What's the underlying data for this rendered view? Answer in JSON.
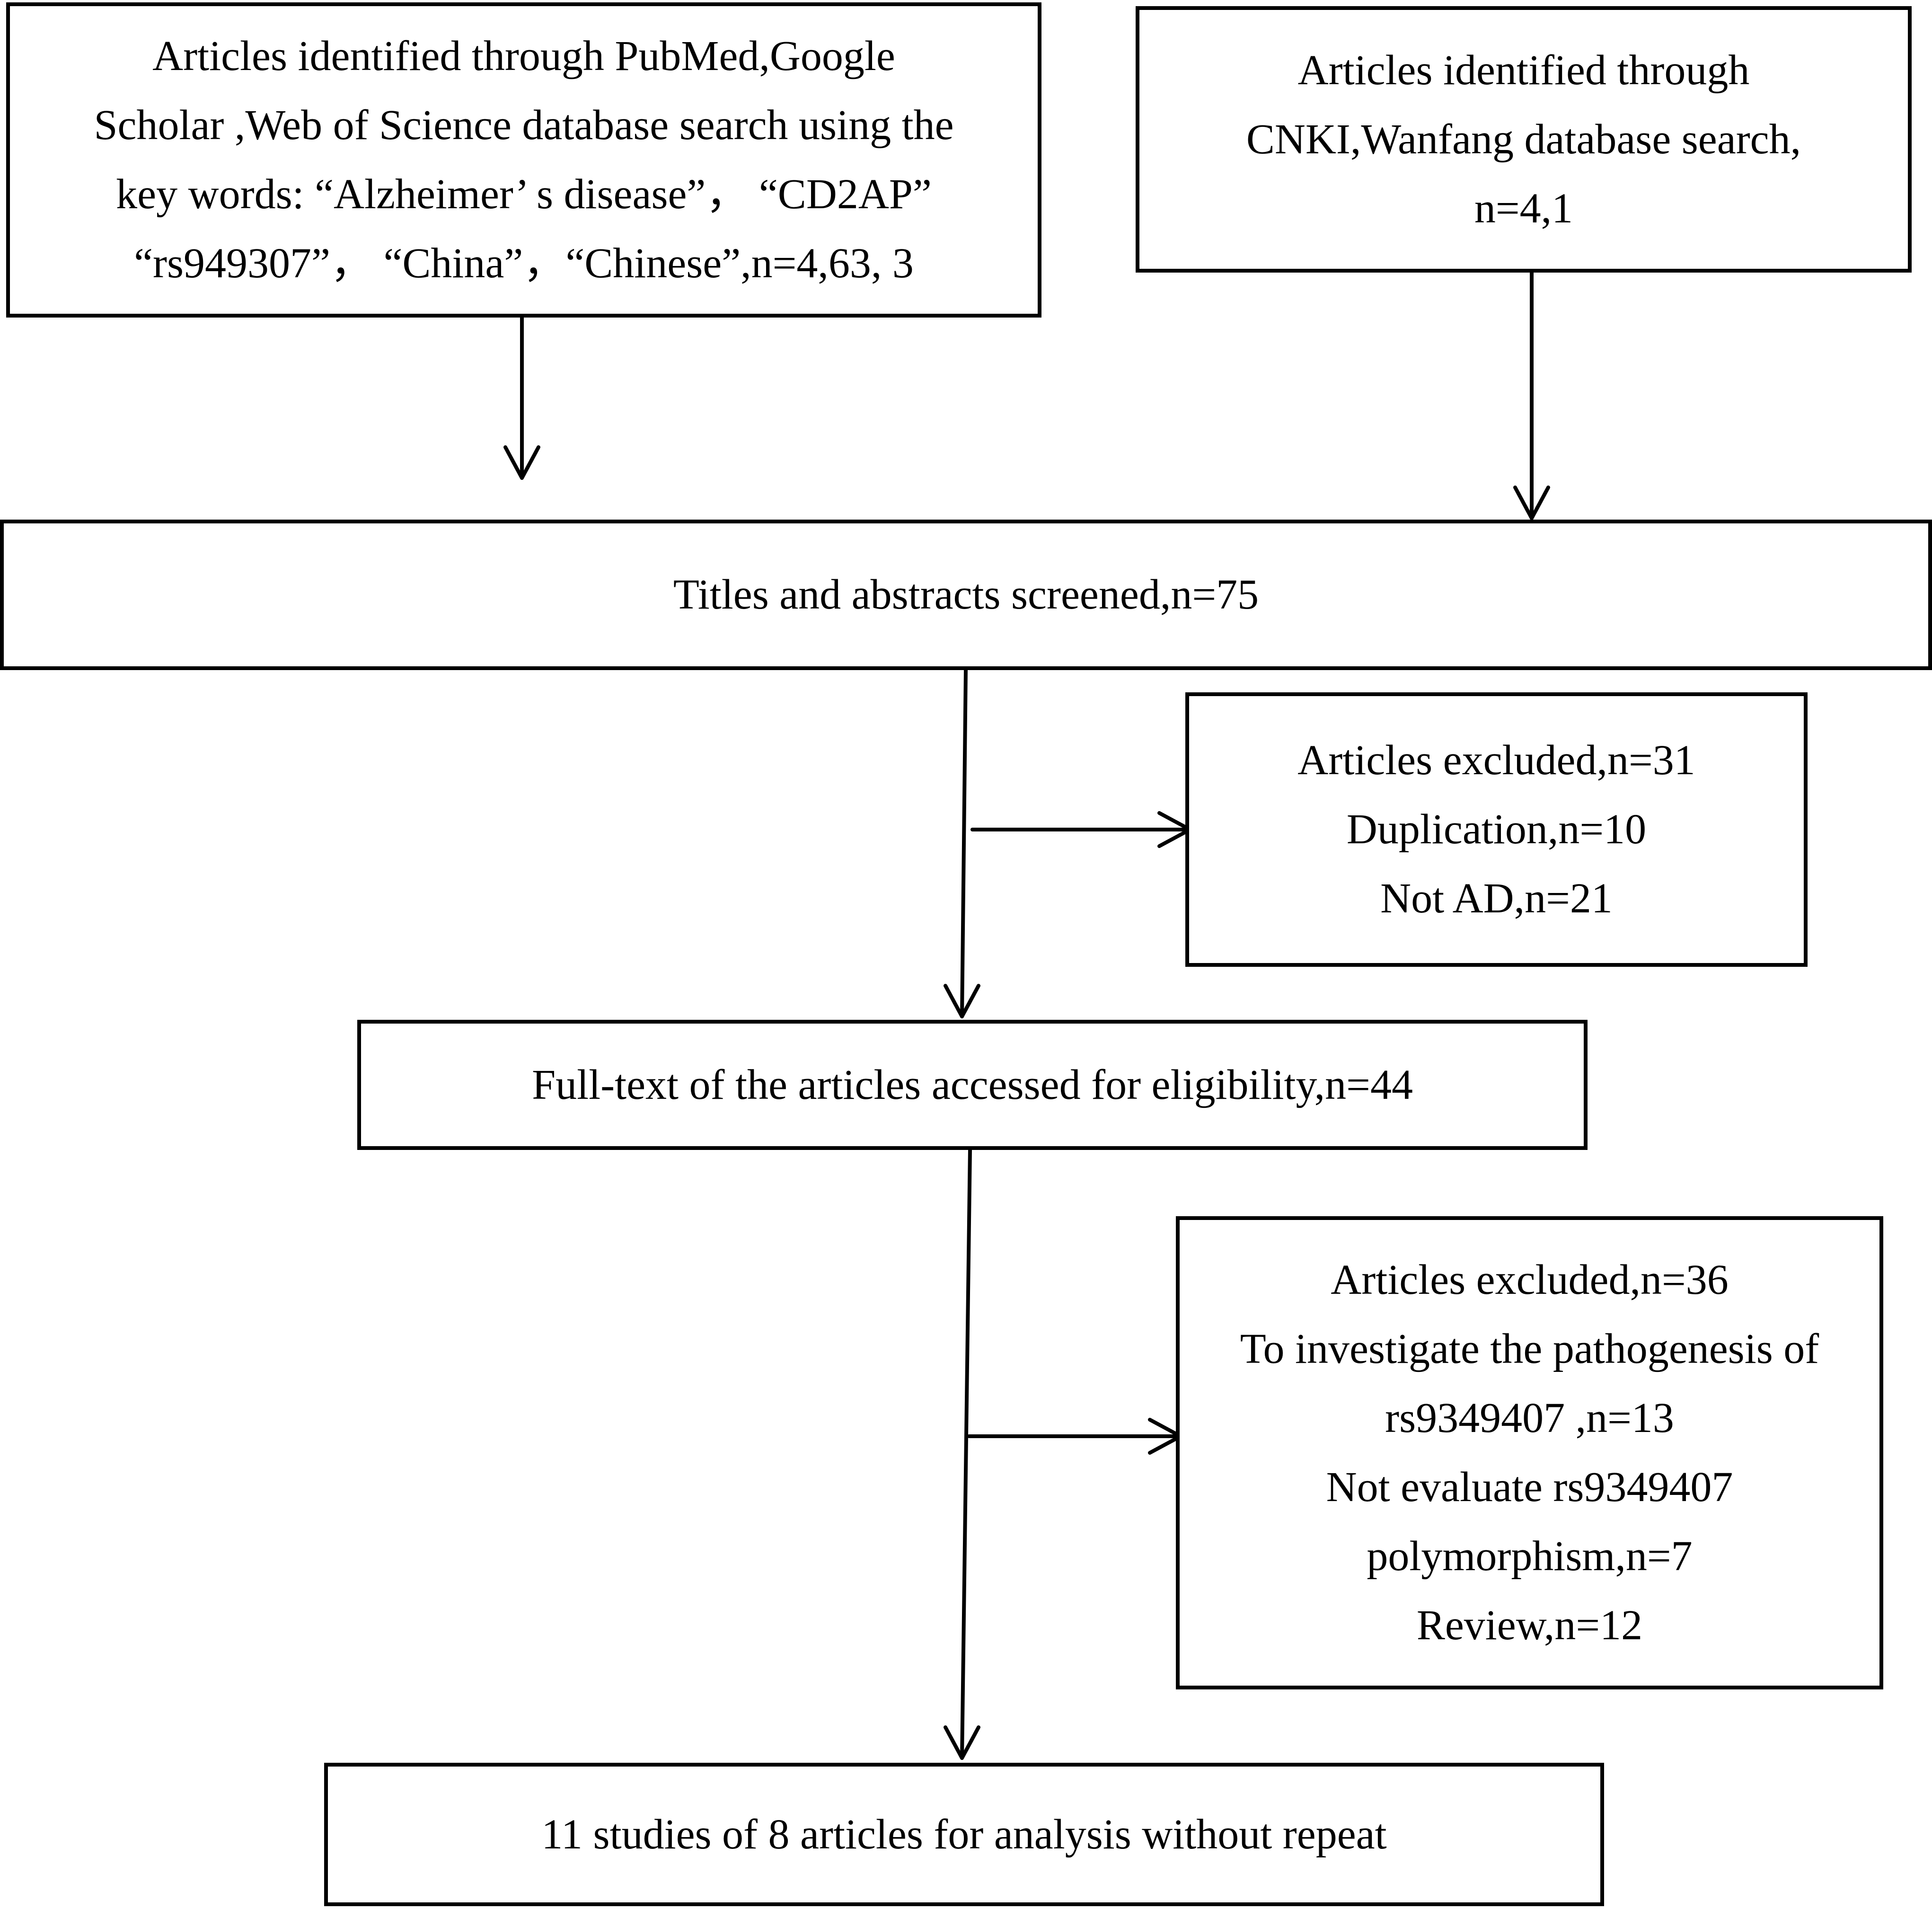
{
  "nodes": {
    "search_en": {
      "lines": [
        "Articles identified through PubMed,Google",
        "Scholar ,Web of Science database search using the",
        "key words: “Alzheimer’ s disease”， “CD2AP”",
        "“rs949307”， “China”，“Chinese”,n=4,63, 3"
      ]
    },
    "search_cn": {
      "lines": [
        "Articles identified through",
        "CNKI,Wanfang database search,",
        "n=4,1"
      ]
    },
    "screened": {
      "lines": [
        "Titles and abstracts screened,n=75"
      ]
    },
    "excluded_1": {
      "lines": [
        "Articles excluded,n=31",
        "Duplication,n=10",
        "Not AD,n=21"
      ]
    },
    "fulltext": {
      "lines": [
        "Full-text of the articles accessed for eligibility,n=44"
      ]
    },
    "excluded_2": {
      "lines": [
        "Articles excluded,n=36",
        "To investigate the pathogenesis of",
        "rs9349407 ,n=13",
        "Not evaluate rs9349407",
        "polymorphism,n=7",
        "Review,n=12"
      ]
    },
    "final": {
      "lines": [
        "11 studies of 8 articles for analysis without repeat"
      ]
    }
  },
  "edges": [
    {
      "from": "search_en",
      "to": "screened"
    },
    {
      "from": "search_cn",
      "to": "screened"
    },
    {
      "from": "screened",
      "to": "fulltext"
    },
    {
      "from": "screened",
      "to": "excluded_1"
    },
    {
      "from": "fulltext",
      "to": "final"
    },
    {
      "from": "fulltext",
      "to": "excluded_2"
    }
  ]
}
